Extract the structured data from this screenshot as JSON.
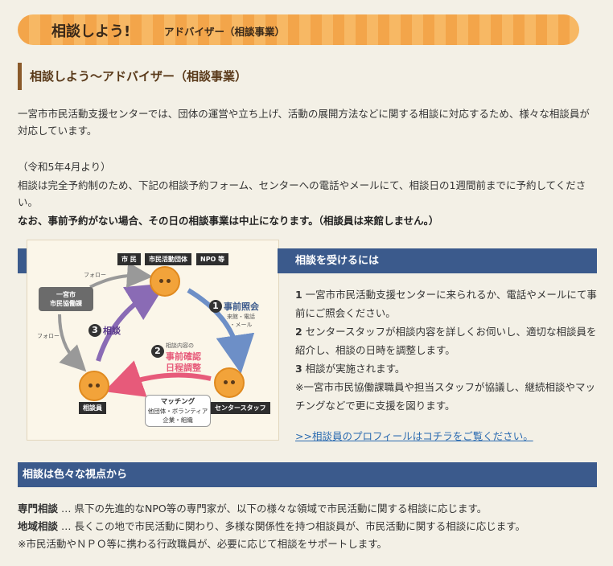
{
  "banner": {
    "title": "相談しよう!",
    "subtitle": "アドバイザー（相談事業）"
  },
  "section_title": "相談しよう～アドバイザー（相談事業）",
  "intro": "一宮市市民活動支援センターでは、団体の運営や立ち上げ、活動の展開方法などに関する相談に対応するため、様々な相談員が対応しています。",
  "notice": {
    "date": "（令和5年4月より）",
    "body": "相談は完全予約制のため、下記の相談予約フォーム、センターへの電話やメールにて、相談日の1週間前までに予約してください。",
    "warning": "なお、事前予約がない場合、その日の相談事業は中止になります。（相談員は来館しません。）"
  },
  "diagram": {
    "label_citizen": "市 民",
    "label_group": "市民活動団体",
    "label_npo": "NPO 等",
    "label_advisor": "相談員",
    "label_staff": "センタースタッフ",
    "city_box": "一宮市\n市民協働課",
    "follow1": "フォロー",
    "follow2": "フォロー",
    "step1_num": "1",
    "step1": "事前照会",
    "step1_sub": "来館・電話\n・メール",
    "step2_num": "2",
    "step2_pre": "相談内容の",
    "step2a": "事前確認",
    "step2b": "日程調整",
    "step3_num": "3",
    "step3": "相談",
    "matching_title": "マッチング",
    "matching_body": "他団体・ボランティア\n企業・組織"
  },
  "receive": {
    "heading": "相談を受けるには",
    "step1_num": "1",
    "step1": " 一宮市市民活動支援センターに来られるか、電話やメールにて事前にご照会ください。",
    "step2_num": "2",
    "step2": " センタースタッフが相談内容を詳しくお伺いし、適切な相談員を紹介し、相談の日時を調整します。",
    "step3_num": "3",
    "step3": " 相談が実施されます。",
    "note": "※一宮市市民協働課職員や担当スタッフが協議し、継続相談やマッチングなどで更に支援を図ります。",
    "link": ">>相談員のプロフィールはコチラをご覧ください。"
  },
  "views": {
    "heading": "相談は色々な視点から",
    "expert_label": "専門相談",
    "expert_text": " … 県下の先進的なNPO等の専門家が、以下の様々な領域で市民活動に関する相談に応じます。",
    "local_label": "地域相談",
    "local_text": " … 長くこの地で市民活動に関わり、多様な関係性を持つ相談員が、市民活動に関する相談に応じます。",
    "note": "※市民活動やＮＰＯ等に携わる行政職員が、必要に応じて相談をサポートします。"
  },
  "colors": {
    "banner": "#f3a54a",
    "section_bar": "#3b5a8c",
    "accent_brown": "#8a5a2b"
  }
}
